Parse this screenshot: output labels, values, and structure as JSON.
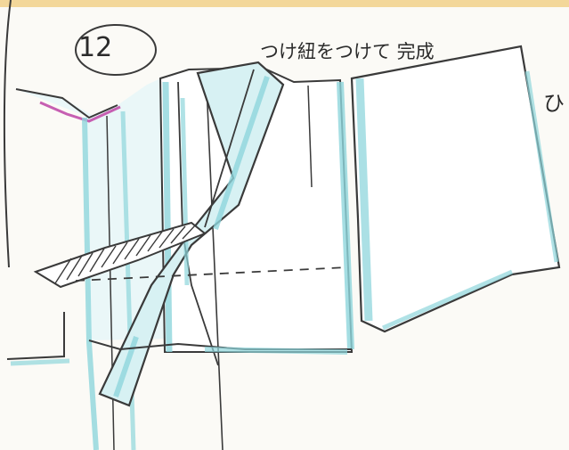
{
  "drawing": {
    "step_number": "12",
    "caption": "つけ紐をつけて 完成",
    "edge_glyph": "ひ"
  },
  "colors": {
    "pencil": "#3a3a3a",
    "garment_fill": "#8fd6dc",
    "collar_pink": "#c65fb2",
    "paper": "#fbfaf6"
  }
}
